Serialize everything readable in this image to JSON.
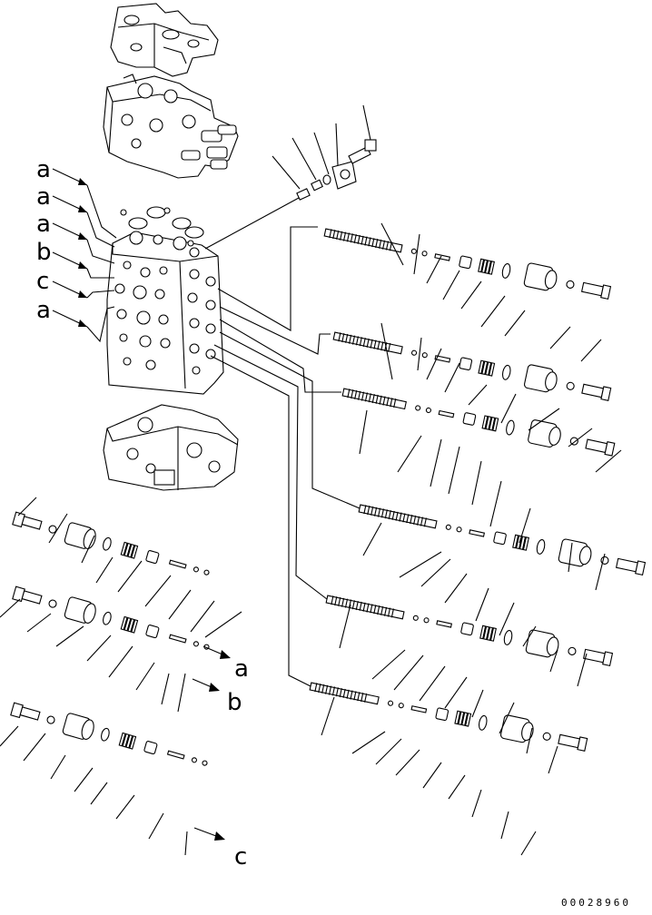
{
  "diagram": {
    "callouts": {
      "left_stack": [
        "a",
        "a",
        "a",
        "b",
        "c",
        "a"
      ],
      "arrow_a": "a",
      "arrow_b": "b",
      "arrow_c": "c"
    },
    "drawing_code": "00028960"
  }
}
